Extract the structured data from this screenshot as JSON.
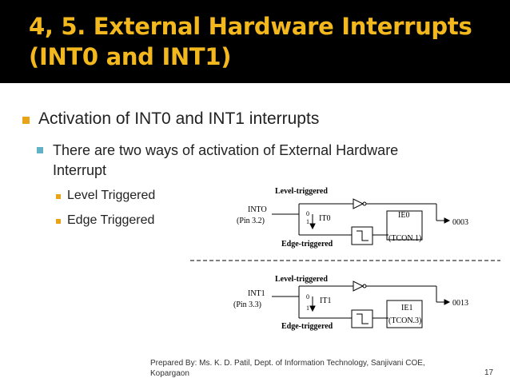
{
  "slide": {
    "title_line1": "4, 5. External Hardware Interrupts",
    "title_line2": "(INT0 and INT1)",
    "bullet1": "Activation of INT0 and INT1 interrupts",
    "bullet2": "There are two ways of activation of External Hardware Interrupt",
    "sub_bullets": [
      "Level Triggered",
      "Edge Triggered"
    ],
    "footer": "Prepared By: Ms. K. D. Patil, Dept. of Information Technology, Sanjivani COE, Kopargaon",
    "page_number": "17",
    "accent_color": "#f3b81d"
  },
  "diagram": {
    "top": {
      "level_label": "Level-triggered",
      "pin_label": "INTO",
      "pin_sub": "(Pin 3.2)",
      "it_label": "IT0",
      "zero": "0",
      "one": "1",
      "ie_label": "IE0",
      "tcon_label": "(TCON.1)",
      "vector": "0003",
      "edge_label": "Edge-triggered"
    },
    "bottom": {
      "level_label": "Level-triggered",
      "pin_label": "INT1",
      "pin_sub": "(Pin 3.3)",
      "it_label": "IT1",
      "zero": "0",
      "one": "1",
      "ie_label": "IE1",
      "tcon_label": "(TCON.3)",
      "vector": "0013",
      "edge_label": "Edge-triggered"
    }
  }
}
